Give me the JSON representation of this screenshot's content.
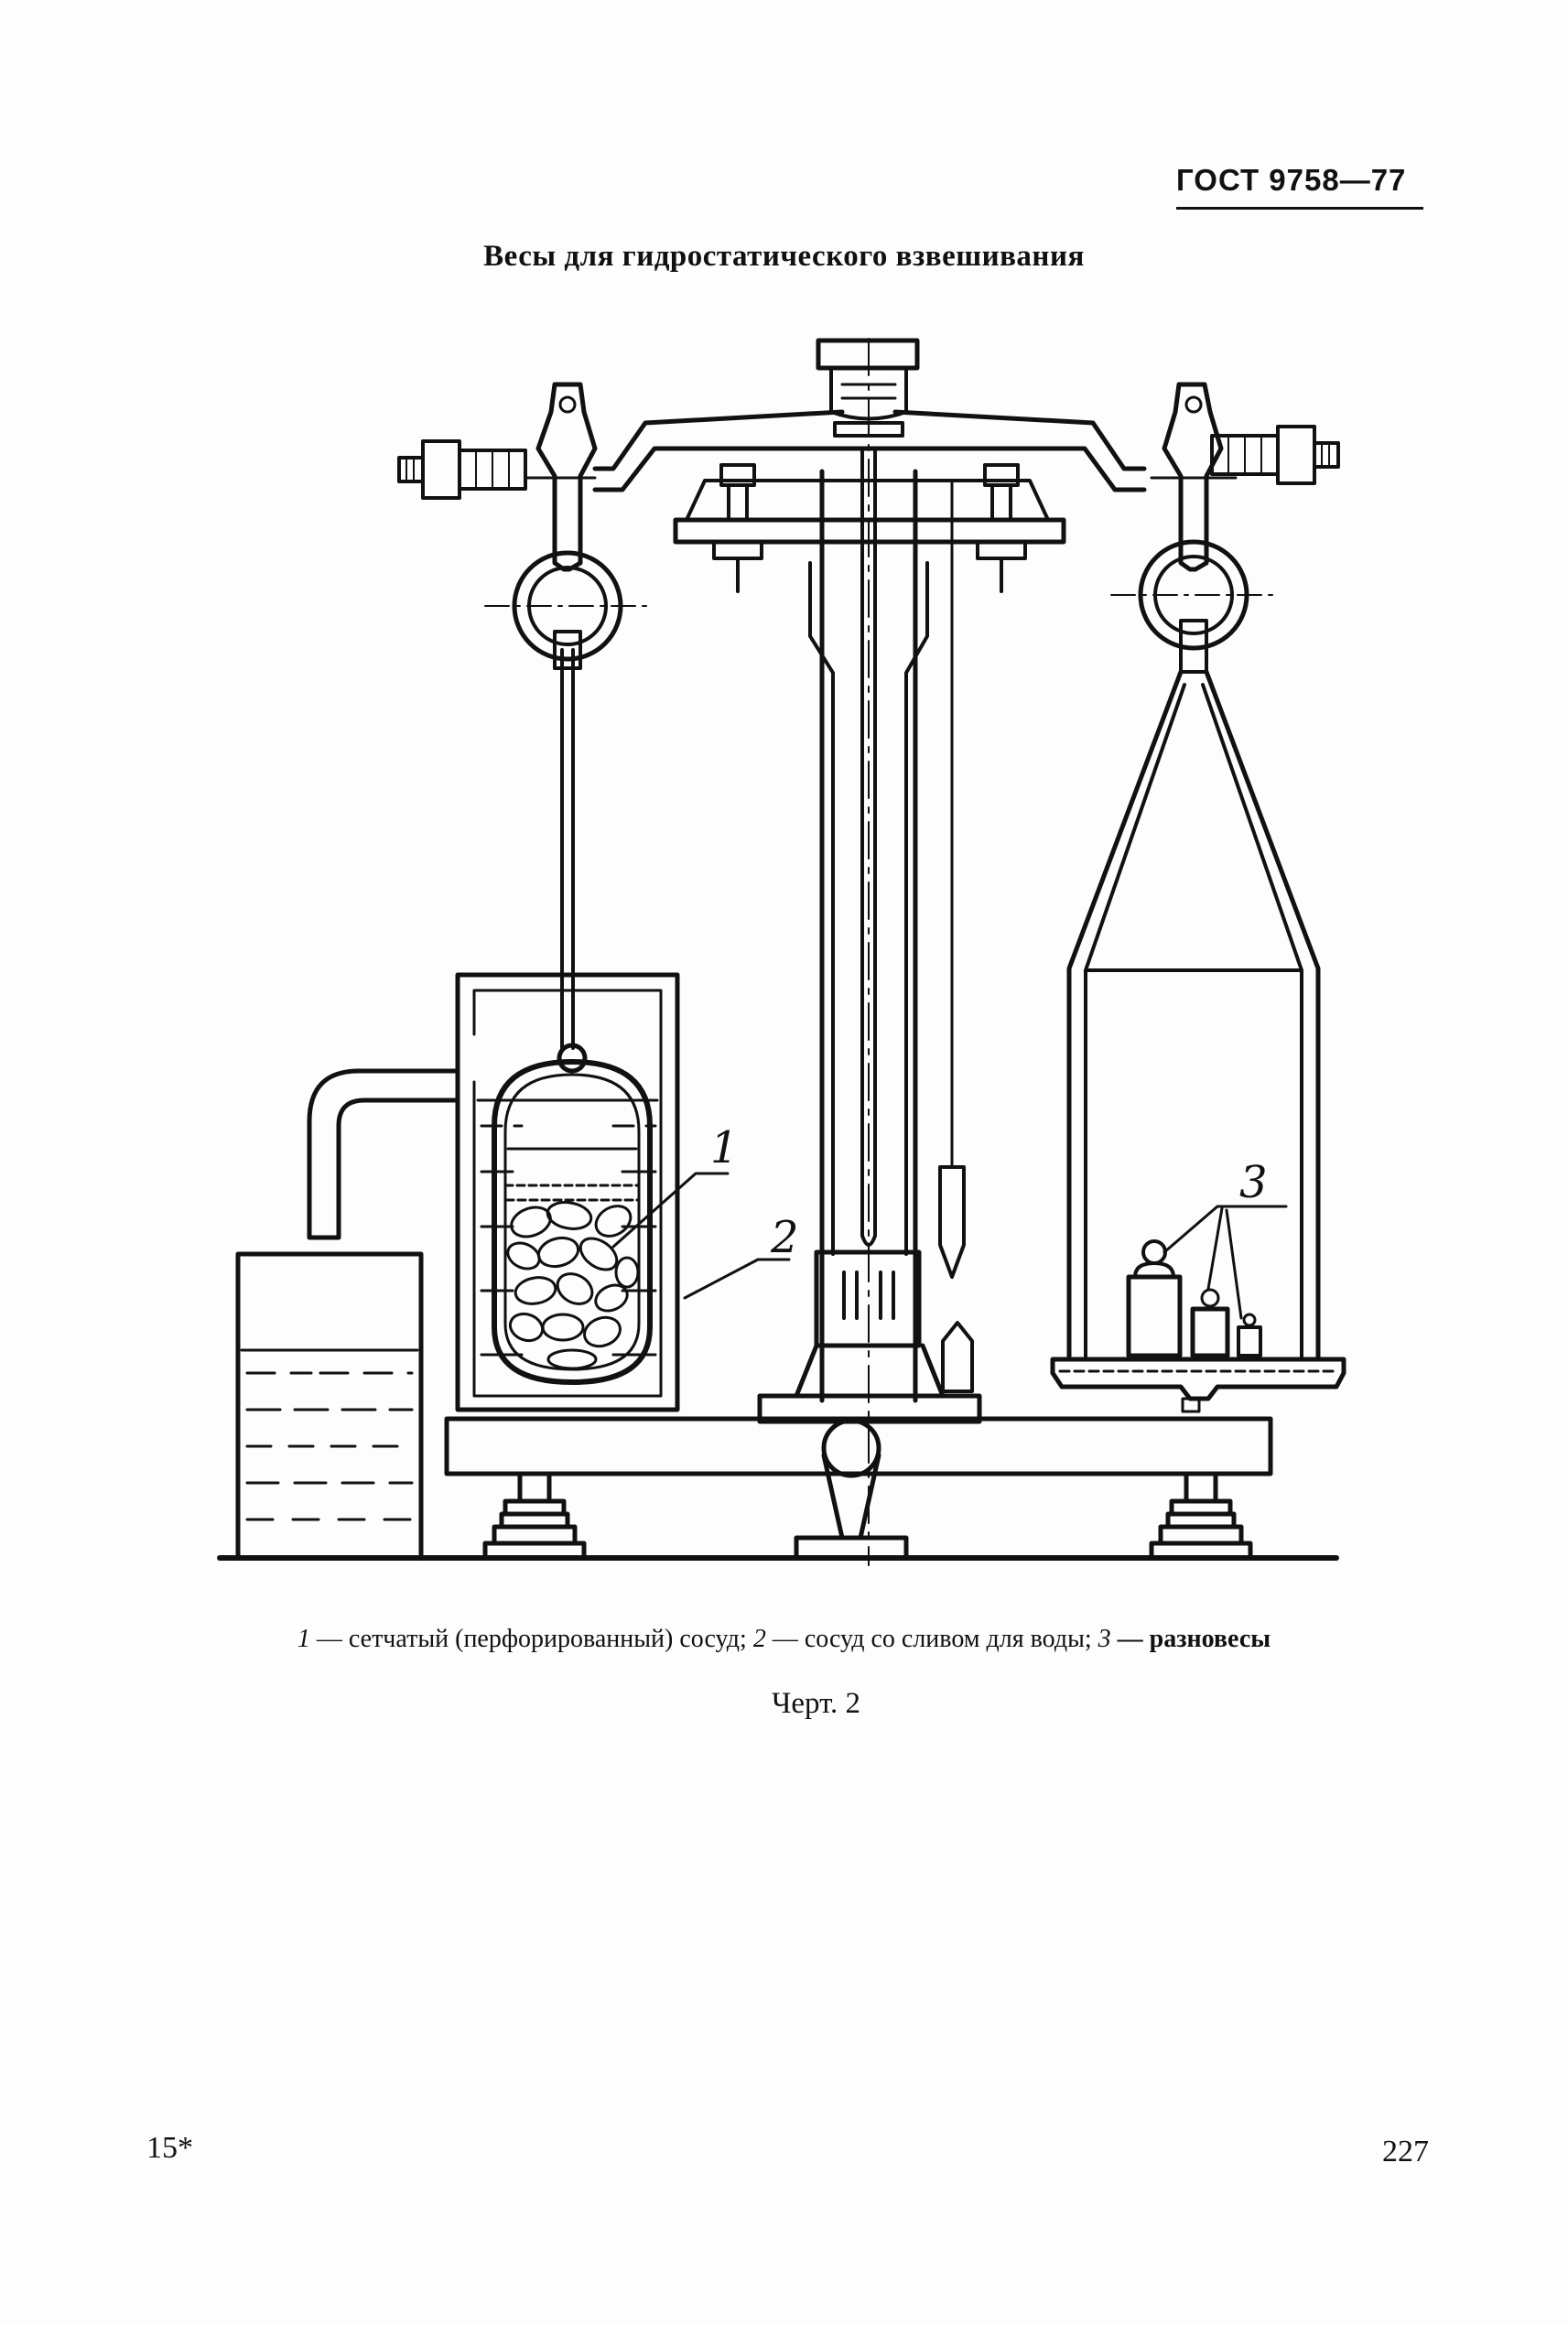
{
  "header": {
    "standard": "ГОСТ 9758—77"
  },
  "title": "Весы для гидростатического взвешивания",
  "figure": {
    "callouts": [
      "1",
      "2",
      "3"
    ]
  },
  "caption": {
    "n1": "1",
    "t1": " — сетчатый (перфорированный) сосуд; ",
    "n2": "2",
    "t2": " — сосуд со сливом для воды; ",
    "n3": "3",
    "t3": " — разновесы"
  },
  "figure_label": "Черт. 2",
  "footer": {
    "left": "15*",
    "page_number": "227"
  },
  "colors": {
    "ink": "#111111",
    "paper": "#fdfdfd"
  }
}
